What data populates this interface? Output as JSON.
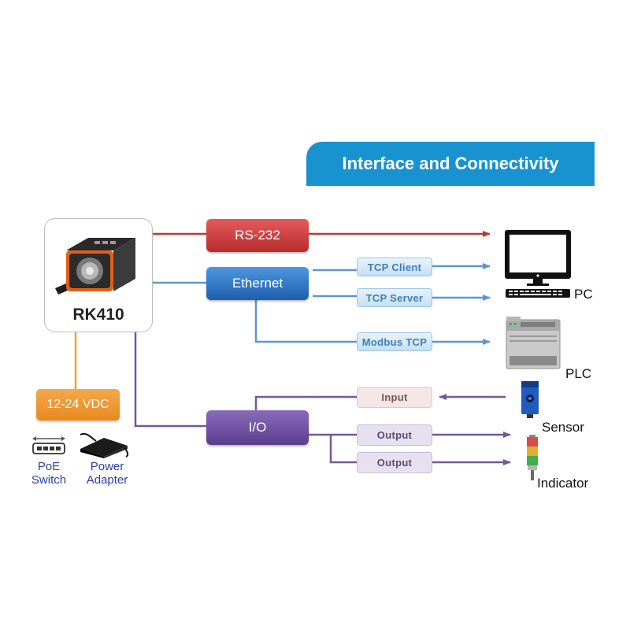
{
  "title": "Interface and Connectivity",
  "device": {
    "name": "RK410"
  },
  "buses": {
    "rs232": "RS-232",
    "ethernet": "Ethernet",
    "io": "I/O"
  },
  "ethernet_protocols": {
    "tcp_client": "TCP Client",
    "tcp_server": "TCP Server",
    "modbus_tcp": "Modbus TCP"
  },
  "io_ports": {
    "input": "Input",
    "output1": "Output",
    "output2": "Output"
  },
  "endpoints": {
    "pc": "PC",
    "plc": "PLC",
    "sensor": "Sensor",
    "indicator": "Indicator"
  },
  "power": {
    "supply": "12-24 VDC",
    "poe_line1": "PoE",
    "poe_line2": "Switch",
    "adapter_line1": "Power",
    "adapter_line2": "Adapter"
  },
  "colors": {
    "rs232_line": "#c0392b",
    "ethernet_line": "#5b97cf",
    "io_line": "#6f5a9e",
    "power_line": "#f0a030",
    "title_bg": "#1993cf"
  }
}
